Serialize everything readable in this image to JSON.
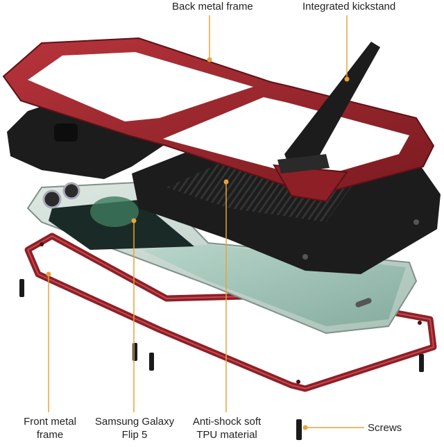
{
  "diagram": {
    "labels": {
      "back_frame": "Back metal frame",
      "kickstand": "Integrated kickstand",
      "front_frame_line1": "Front metal",
      "front_frame_line2": "frame",
      "phone_line1": "Samsung Galaxy",
      "phone_line2": "Flip 5",
      "tpu_line1": "Anti-shock soft",
      "tpu_line2": "TPU material",
      "screws": "Screws"
    },
    "colors": {
      "metal_frame": "#8e1f26",
      "metal_frame_light": "#b8343c",
      "tpu": "#1c1c1c",
      "phone_glass": "#9fc2b6",
      "phone_body": "#cfd9d4",
      "leader_line": "#e9a23b"
    }
  }
}
